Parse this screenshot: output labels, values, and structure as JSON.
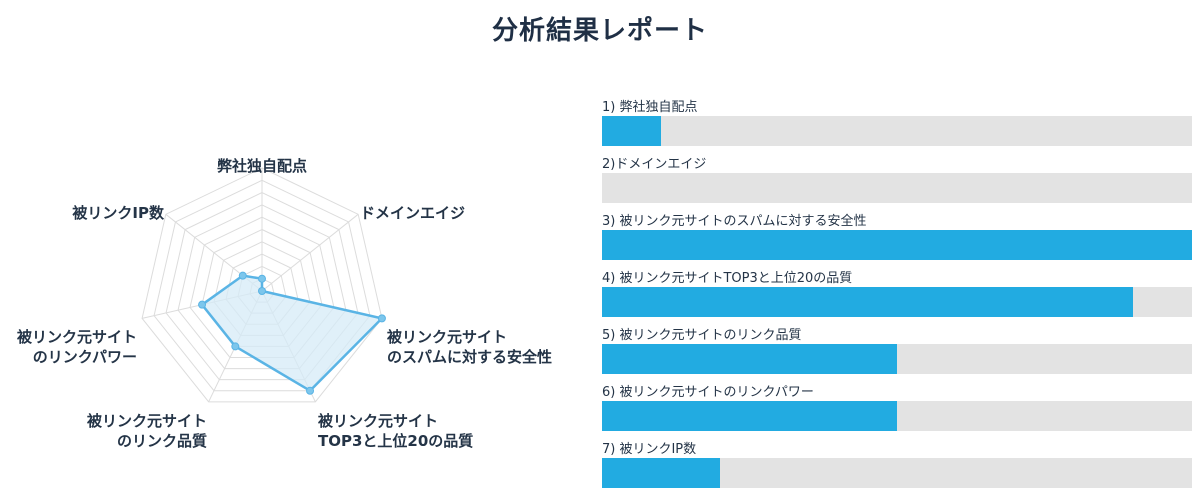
{
  "page": {
    "title": "分析結果レポート"
  },
  "chart_data": [
    {
      "type": "radar",
      "axes": [
        [
          "弊社独自配点"
        ],
        [
          "ドメインエイジ"
        ],
        [
          "被リンク元サイト",
          "のスパムに対する安全性"
        ],
        [
          "被リンク元サイト",
          "TOP3と上位20の品質"
        ],
        [
          "被リンク元サイト",
          "のリンク品質"
        ],
        [
          "被リンク元サイト",
          "のリンクパワー"
        ],
        [
          "被リンクIP数"
        ]
      ],
      "values": [
        1,
        0,
        10,
        9,
        5,
        5,
        2
      ],
      "max": 10,
      "grid_levels": 10,
      "colors": {
        "stroke": "#5ab4e5",
        "fill": "#d6ebf7",
        "grid": "#dcdcdc"
      }
    },
    {
      "type": "bar",
      "orientation": "horizontal",
      "categories": [
        "1) 弊社独自配点",
        "2)ドメインエイジ",
        "3) 被リンク元サイトのスパムに対する安全性",
        "4) 被リンク元サイトTOP3と上位20の品質",
        "5) 被リンク元サイトのリンク品質",
        "6) 被リンク元サイトのリンクパワー",
        "7) 被リンクIP数"
      ],
      "values": [
        1,
        0,
        10,
        9,
        5,
        5,
        2
      ],
      "max": 10,
      "colors": {
        "fill": "#22abe1",
        "track": "#e3e3e3"
      }
    }
  ]
}
